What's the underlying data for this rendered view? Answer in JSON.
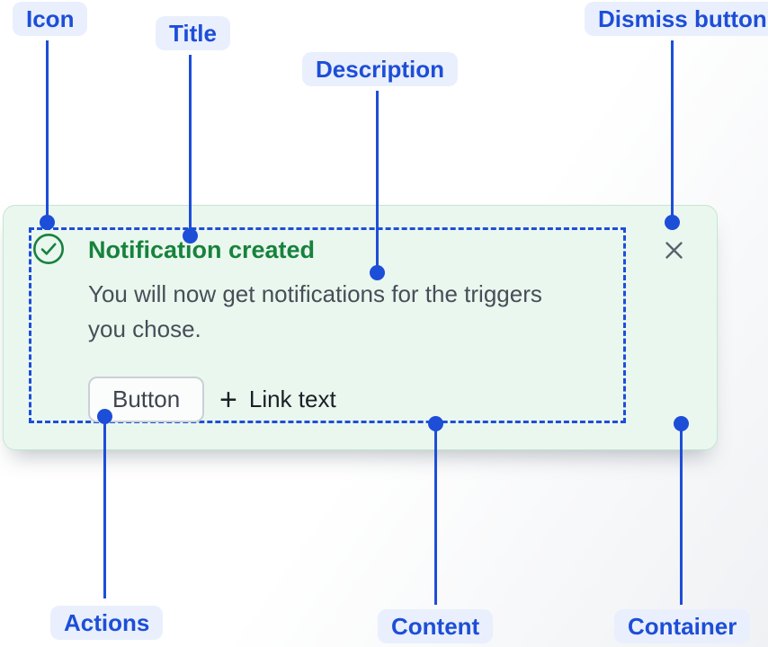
{
  "annotations": {
    "icon": "Icon",
    "title": "Title",
    "description": "Description",
    "dismiss_button": "Dismiss button",
    "actions": "Actions",
    "content": "Content",
    "container": "Container"
  },
  "notification": {
    "title": "Notification created",
    "description": "You will now get notifications for the triggers you chose.",
    "description_lines": [
      "You will now get notifications for the triggers",
      "you chose."
    ],
    "actions": {
      "button_label": "Button",
      "link_plus": "+",
      "link_label": "Link text"
    },
    "icons": {
      "status": "success-check-icon",
      "dismiss": "close-x-icon"
    }
  },
  "colors": {
    "annotation_blue": "#1D4ED8",
    "annotation_pill_bg": "#E9EFFC",
    "success_green": "#17823C",
    "card_background": "#EAF7EF",
    "card_border": "#C5E6D0",
    "content_outline_blue": "#1D4ED8",
    "description_text": "#484E57",
    "dismiss_icon_gray": "#5A626D"
  }
}
